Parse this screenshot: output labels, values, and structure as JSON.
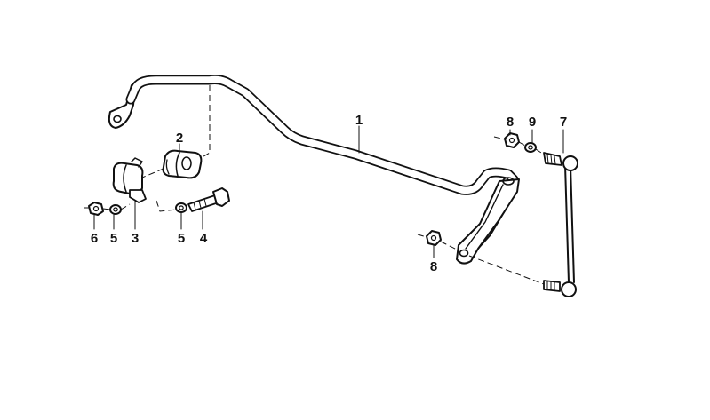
{
  "diagram": {
    "callouts": [
      {
        "id": "c1",
        "label": "1"
      },
      {
        "id": "c2",
        "label": "2"
      },
      {
        "id": "c3",
        "label": "3"
      },
      {
        "id": "c4",
        "label": "4"
      },
      {
        "id": "c5a",
        "label": "5"
      },
      {
        "id": "c5b",
        "label": "5"
      },
      {
        "id": "c6",
        "label": "6"
      },
      {
        "id": "c7",
        "label": "7"
      },
      {
        "id": "c8a",
        "label": "8"
      },
      {
        "id": "c8b",
        "label": "8"
      },
      {
        "id": "c9",
        "label": "9"
      }
    ]
  }
}
